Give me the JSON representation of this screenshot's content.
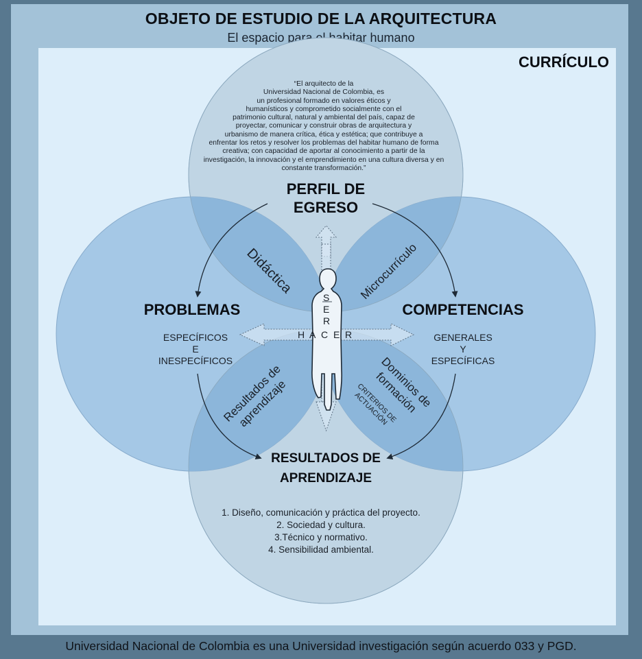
{
  "header": {
    "title": "OBJETO DE ESTUDIO DE LA ARQUITECTURA",
    "subtitle": "El espacio para el habitar humano"
  },
  "corner_label": "CURRÍCULO",
  "perfil": {
    "quote_lines": [
      "“El arquitecto de la",
      "Universidad Nacional de Colombia, es",
      "un profesional formado en valores éticos y",
      "humanísticos y comprometido socialmente con el",
      "patrimonio cultural, natural y ambiental del país, capaz de",
      "proyectar, comunicar y construir obras de arquitectura y",
      "urbanismo de manera crítica, ética y estética; que contribuye a",
      "enfrentar los retos y resolver los problemas del habitar humano de forma",
      "creativa; con capacidad de aportar al conocimiento a partir de la",
      "investigación, la innovación y el emprendimiento en una cultura diversa y en",
      "constante transformación.”"
    ],
    "title_line1": "PERFIL DE",
    "title_line2": "EGRESO"
  },
  "problemas": {
    "title": "PROBLEMAS",
    "line1": "ESPECÍFICOS",
    "line2": "E",
    "line3": "INESPECÍFICOS"
  },
  "competencias": {
    "title": "COMPETENCIAS",
    "line1": "GENERALES",
    "line2": "Y",
    "line3": "ESPECÍFICAS"
  },
  "resultados": {
    "title_line1": "RESULTADOS DE",
    "title_line2": "APRENDIZAJE",
    "items": [
      "1. Diseño, comunicación y práctica del proyecto.",
      "2. Sociedad y cultura.",
      "3.Técnico y normativo.",
      "4. Sensibilidad ambiental."
    ]
  },
  "overlaps": {
    "didactica": "Didáctica",
    "microcurriculo": "Microcurrículo",
    "resultados_line1": "Resultados de",
    "resultados_line2": "aprendizaje",
    "dominios_line1": "Dominios de",
    "dominios_line2": "formación",
    "criterios_line1": "CRITERIOS DE",
    "criterios_line2": "ACTUACIÓN"
  },
  "center": {
    "ser": [
      "S",
      "E",
      "R"
    ],
    "hacer": [
      "H",
      "A",
      "C",
      "E",
      "R"
    ]
  },
  "footer": "Universidad Nacional de Colombia es una Universidad investigación según acuerdo 033 y PGD.",
  "colors": {
    "background": "#58788f",
    "frame": "#a3c2d8",
    "inner": "#ddeefa",
    "top_circle": "#c0d5e4",
    "bottom_circle": "#c0d5e4",
    "side_circles": "#a5c8e6",
    "overlap": "#8cb6da"
  }
}
